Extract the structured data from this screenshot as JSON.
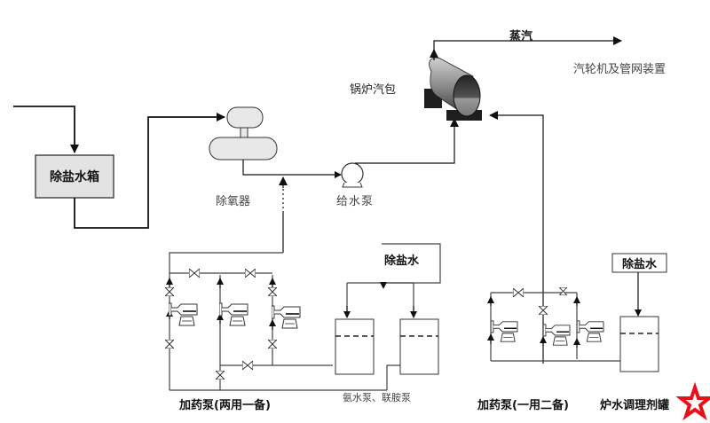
{
  "diagram": {
    "title": "炉水调理剂加药系统流程",
    "nodes": {
      "desalted_tank": "除盐水箱",
      "deaerator": "除氧器",
      "feed_pump": "给水泵",
      "boiler_drum": "锅炉汽包",
      "steam": "蒸汽",
      "turbine": "汽轮机及管网装置",
      "desalted_water_1": "除盐水",
      "desalted_water_2": "除盐水",
      "ammonia_hydrazine_tanks": "氨水泵、联胺泵",
      "dosing_pumps_left": "加药泵(两用一备)",
      "dosing_pumps_right": "加药泵(一用二备)",
      "conditioner_tank": "炉水调理剂罐"
    },
    "flows": [
      {
        "from": "desalted_water_in",
        "to": "除盐水箱"
      },
      {
        "from": "除盐水箱",
        "to": "除氧器"
      },
      {
        "from": "除氧器",
        "to": "给水泵"
      },
      {
        "from": "加药泵(两用一备)",
        "to": "给水管路"
      },
      {
        "from": "给水泵",
        "to": "锅炉汽包"
      },
      {
        "from": "锅炉汽包",
        "to": "汽轮机及管网装置",
        "label": "蒸汽"
      },
      {
        "from": "加药泵(一用二备)",
        "to": "锅炉汽包"
      },
      {
        "from": "除盐水",
        "to": "氨水泵、联胺泵"
      },
      {
        "from": "除盐水",
        "to": "炉水调理剂罐"
      }
    ],
    "colors": {
      "line": "#1a1a1a",
      "tank_fill": "#e3e3e3",
      "deaerator_fill": "#e8e8e8",
      "star": "#e8101a"
    },
    "marker": "red-star-icon"
  }
}
